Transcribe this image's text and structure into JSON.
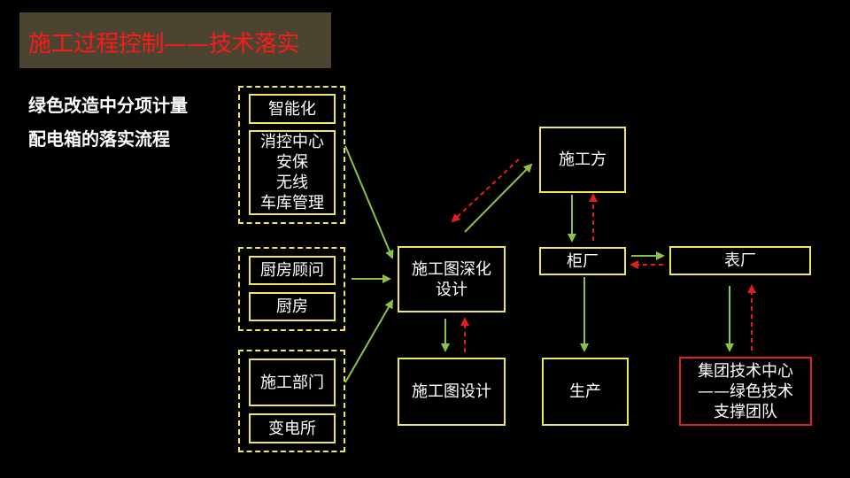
{
  "title": "施工过程控制——技术落实",
  "subtitle": [
    "绿色改造中分项计量",
    "配电箱的落实流程"
  ],
  "nodes": {
    "intelligent": "智能化",
    "systems": [
      "消控中心",
      "安保",
      "无线",
      "车库管理"
    ],
    "kitchen_consultant": "厨房顾问",
    "kitchen": "厨房",
    "construction_dept": "施工部门",
    "substation": "变电所",
    "deepening_design": [
      "施工图深化",
      "设计"
    ],
    "construction_drawing": "施工图设计",
    "contractor": "施工方",
    "cabinet_factory": "柜厂",
    "production": "生产",
    "meter_factory": "表厂",
    "tech_center": [
      "集团技术中心",
      "——绿色技术",
      "支撑团队"
    ]
  },
  "colors": {
    "title_bg": "#4a4430",
    "title_text": "#ff1a1a",
    "box_border": "#f2e65a",
    "highlight_border": "#e02020",
    "arrow_green": "#8bc34a",
    "arrow_red": "#e02020"
  }
}
